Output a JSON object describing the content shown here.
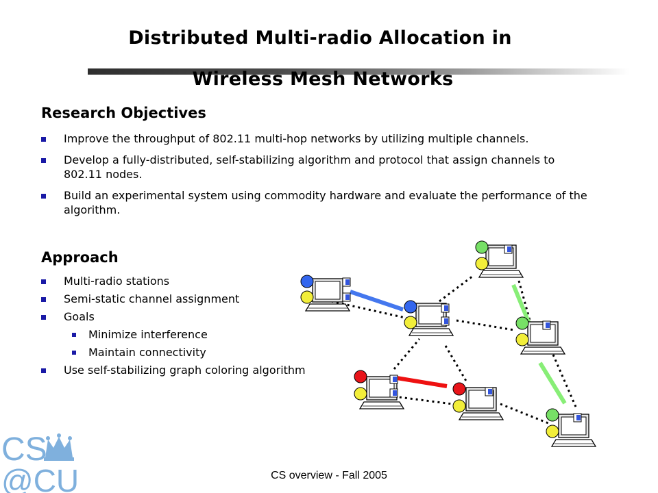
{
  "slide": {
    "title_line1": "Distributed Multi-radio Allocation in",
    "title_line2": "Wireless Mesh Networks",
    "objectives": {
      "heading": "Research Objectives",
      "items": [
        "Improve the throughput of 802.11 multi-hop networks by utilizing multiple channels.",
        "Develop a fully-distributed, self-stabilizing algorithm and protocol that assign channels to 802.11 nodes.",
        "Build an experimental system using commodity hardware and evaluate the performance of the algorithm."
      ]
    },
    "approach": {
      "heading": "Approach",
      "items": [
        "Multi-radio stations",
        "Semi-static channel assignment",
        "Goals",
        "Minimize interference",
        "Maintain connectivity",
        "Use self-stabilizing graph coloring algorithm"
      ]
    },
    "footer": "CS overview - Fall 2005",
    "logo": {
      "line1": "CS",
      "line2": "@CU",
      "emblem": "crown-icon"
    }
  },
  "colors": {
    "bullet": "#1a1aa6",
    "radio_blue": "#3366ee",
    "radio_yellow": "#f2ee3a",
    "radio_green": "#77e066",
    "radio_red": "#e8141a",
    "link_blue": "#4477ee",
    "link_green": "#88ee77",
    "link_red": "#ee1111",
    "logo_blue": "#7fb0dd"
  }
}
